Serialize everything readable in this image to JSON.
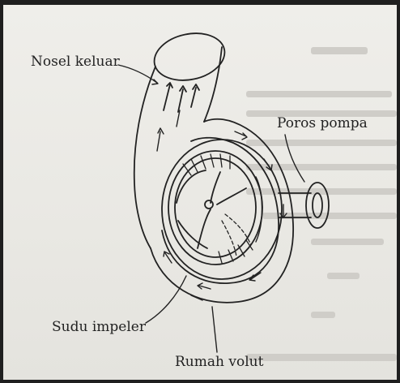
{
  "labels": {
    "nosel_keluar": "Nosel keluar",
    "poros_pompa": "Poros pompa",
    "sudu_impeler": "Sudu impeler",
    "rumah_volut": "Rumah volut"
  },
  "colors": {
    "paper": "#ecebe6",
    "ink": "#222222",
    "bleed_text": "#c4c3bf"
  }
}
